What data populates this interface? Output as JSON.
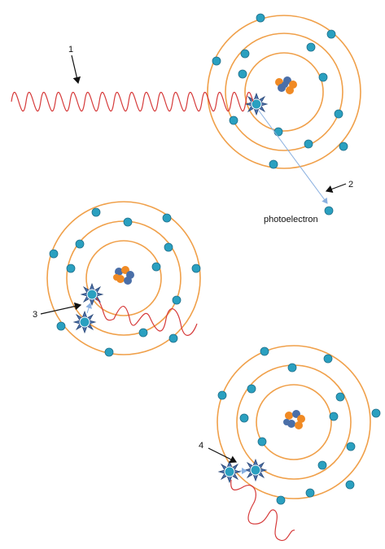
{
  "labels": {
    "one": "1",
    "two": "2",
    "three": "3",
    "four": "4",
    "photoelectron": "photoelectron"
  },
  "colors": {
    "orbit": "#f0a04a",
    "electron": "#2aa0c0",
    "wave": "#d63b3b",
    "nucleus_proton": "#f08a24",
    "nucleus_neutron": "#4a6fa8",
    "excited_star": "#4a6fa8"
  }
}
